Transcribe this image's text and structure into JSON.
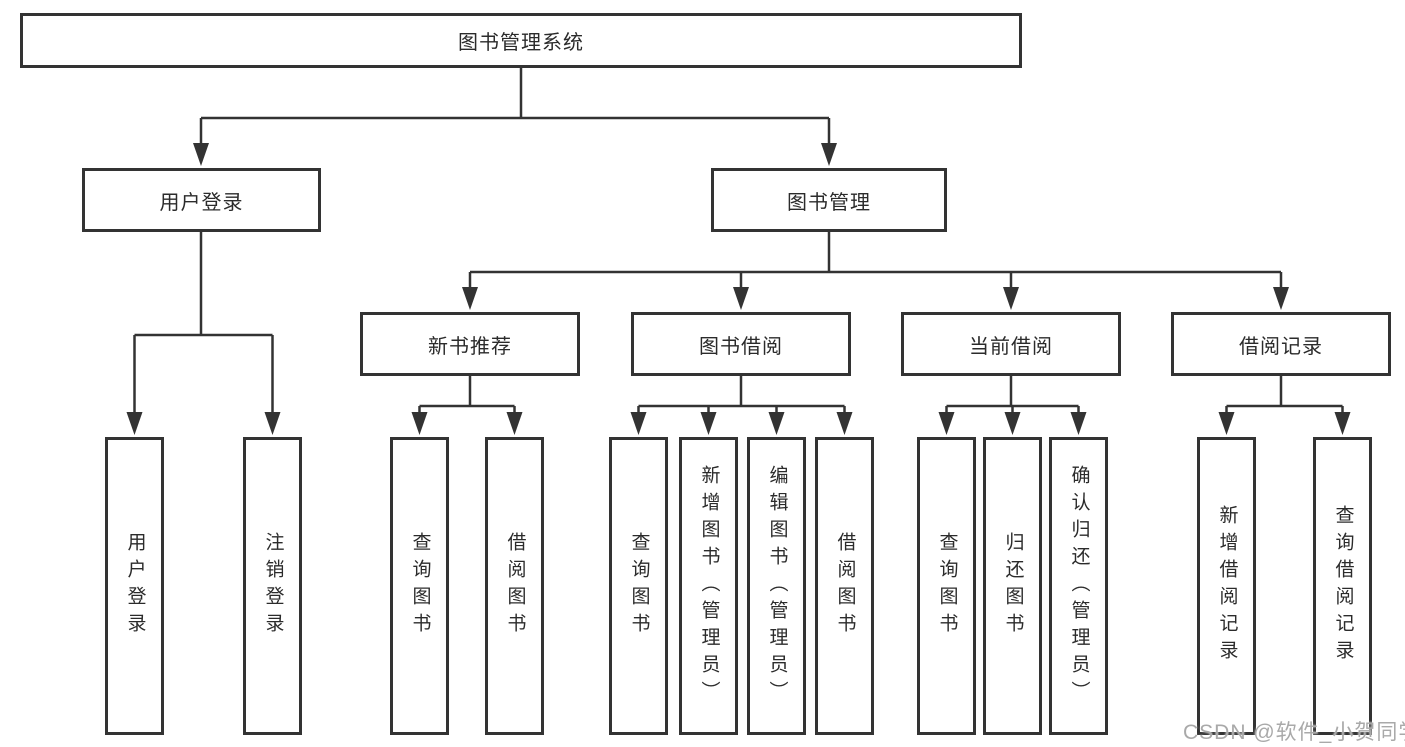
{
  "diagram": {
    "title": "图书管理系统",
    "level2": [
      {
        "label": "用户登录"
      },
      {
        "label": "图书管理"
      }
    ],
    "level3": [
      {
        "label": "新书推荐"
      },
      {
        "label": "图书借阅"
      },
      {
        "label": "当前借阅"
      },
      {
        "label": "借阅记录"
      }
    ],
    "leaves": [
      {
        "label": "用户登录"
      },
      {
        "label": "注销登录"
      },
      {
        "label": "查询图书"
      },
      {
        "label": "借阅图书"
      },
      {
        "label": "查询图书"
      },
      {
        "label": "新增图书（管理员）"
      },
      {
        "label": "编辑图书（管理员）"
      },
      {
        "label": "借阅图书"
      },
      {
        "label": "查询图书"
      },
      {
        "label": "归还图书"
      },
      {
        "label": "确认归还（管理员）"
      },
      {
        "label": "新增借阅记录"
      },
      {
        "label": "查询借阅记录"
      }
    ]
  },
  "watermark": {
    "text": "CSDN @软件_小贺同学"
  },
  "colors": {
    "line": "#333333",
    "text": "#2b2b2b",
    "watermark": "#a9a9a9",
    "background": "#ffffff"
  }
}
